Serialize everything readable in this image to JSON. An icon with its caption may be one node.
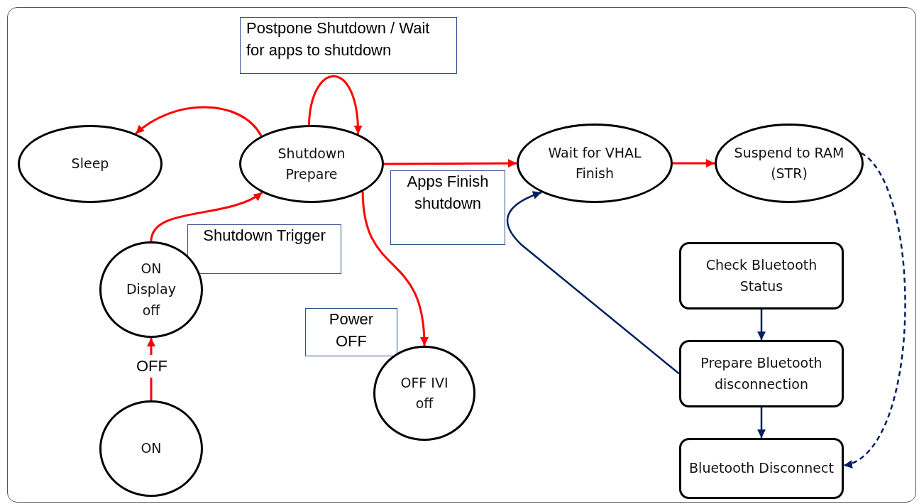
{
  "diagram": {
    "nodes": [
      {
        "text": [
          "Sleep"
        ]
      },
      {
        "text": [
          "Shutdown Prepare"
        ]
      },
      {
        "text": [
          "Wait for VHAL Finish"
        ]
      },
      {
        "text": [
          "Suspend to RAM (STR)"
        ]
      },
      {
        "text": [
          "ON Display off"
        ]
      },
      {
        "text": [
          "Check Bluetooth Status"
        ]
      },
      {
        "text": [
          "Prepare Bluetooth disconnection"
        ]
      },
      {
        "text": [
          "OFF IVI off"
        ]
      },
      {
        "text": [
          "ON"
        ]
      },
      {
        "text": [
          "Bluetooth Disconnect"
        ]
      }
    ],
    "edges": [
      {
        "from": 1,
        "to": 0,
        "arrow": "to"
      },
      {
        "from": 1,
        "to": 1,
        "arrow": "to",
        "label": "Postpone Shutdown / Wait for apps to shutdown"
      },
      {
        "from": 1,
        "to": 2,
        "arrow": "to",
        "label": "Apps Finish shutdown"
      },
      {
        "from": 2,
        "to": 3,
        "arrow": "to"
      },
      {
        "from": 4,
        "to": 1,
        "arrow": "to",
        "label": "Shutdown Trigger"
      },
      {
        "from": 1,
        "to": 7,
        "arrow": "to",
        "label": "Power OFF"
      },
      {
        "from": 8,
        "to": 4,
        "arrow": "to",
        "label": "OFF"
      },
      {
        "from": 6,
        "to": 2,
        "arrow": "to",
        "color": "#002060"
      },
      {
        "from": 5,
        "to": 6,
        "arrow": "to",
        "color": "#002060"
      },
      {
        "from": 6,
        "to": 9,
        "arrow": "to",
        "color": "#002060"
      },
      {
        "from": 3,
        "to": 9,
        "arrow": "to",
        "style": "dashed",
        "color": "#002060"
      }
    ]
  }
}
